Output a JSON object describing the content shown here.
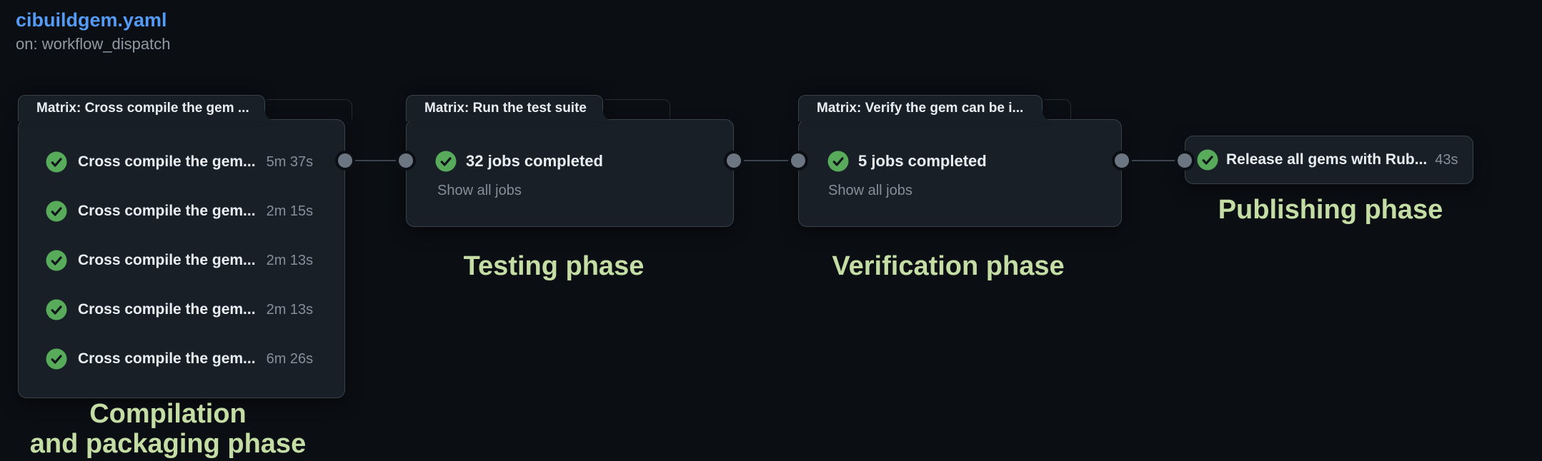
{
  "header": {
    "title": "cibuildgem.yaml",
    "trigger": "on: workflow_dispatch"
  },
  "groups": {
    "compile": {
      "tab": "Matrix: Cross compile the gem ...",
      "jobs": [
        {
          "name": "Cross compile the gem...",
          "duration": "5m 37s"
        },
        {
          "name": "Cross compile the gem...",
          "duration": "2m 15s"
        },
        {
          "name": "Cross compile the gem...",
          "duration": "2m 13s"
        },
        {
          "name": "Cross compile the gem...",
          "duration": "2m 13s"
        },
        {
          "name": "Cross compile the gem...",
          "duration": "6m 26s"
        }
      ]
    },
    "test": {
      "tab": "Matrix: Run the test suite",
      "summary": "32 jobs completed",
      "link": "Show all jobs"
    },
    "verify": {
      "tab": "Matrix: Verify the gem can be i...",
      "summary": "5 jobs completed",
      "link": "Show all jobs"
    },
    "release": {
      "job": {
        "name": "Release all gems with Rub...",
        "duration": "43s"
      }
    }
  },
  "annotations": {
    "compile_line1": "Compilation",
    "compile_line2": "and packaging phase",
    "test": "Testing phase",
    "verify": "Verification phase",
    "release": "Publishing phase"
  },
  "icons": {
    "job_status": "check-circle-success"
  },
  "colors": {
    "background": "#0b0e13",
    "card_background": "#191f27",
    "card_border": "#3a424b",
    "accent_blue": "#539bf5",
    "success_green": "#57ab5a",
    "annotation_green": "#c3dda4",
    "muted_text": "#858e99",
    "primary_text": "#e9eef4",
    "connector_gray": "#6c7683"
  }
}
